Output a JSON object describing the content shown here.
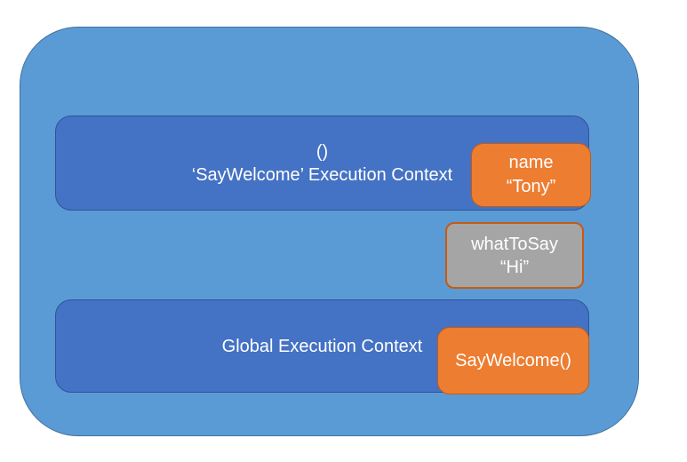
{
  "colors": {
    "outer_blue": "#5b9bd5",
    "outer_blue_border": "#41719c",
    "context_bar_blue": "#4472c4",
    "context_bar_border": "#2f5597",
    "accent_orange": "#ed7d31",
    "orange_border": "#c55a11",
    "variable_gray": "#a5a5a5",
    "text_white": "#ffffff"
  },
  "boxes": {
    "say_welcome_context": {
      "line1": "()",
      "line2": "‘SayWelcome’ Execution Context"
    },
    "name_variable": {
      "name": "name",
      "value": "“Tony”"
    },
    "what_to_say_variable": {
      "name": "whatToSay",
      "value": "“Hi”"
    },
    "global_context": {
      "label": "Global Execution Context"
    },
    "say_welcome_call": {
      "label": "SayWelcome()"
    }
  }
}
